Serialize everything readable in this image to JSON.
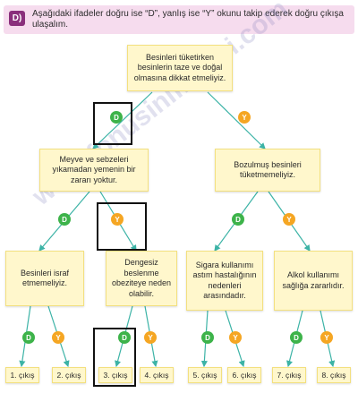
{
  "instruction": {
    "badge": "D)",
    "text": "Aşağıdaki ifadeler doğru ise “D”, yanlış ise “Y” okunu takip ederek doğru çıkışa ulaşalım."
  },
  "nodes": {
    "top": "Besinleri tüketirken besinlerin taze ve doğal olmasına dikkat etmeliyiz.",
    "left": "Meyve ve sebzeleri yıkamadan yemenin bir zararı yoktur.",
    "right": "Bozulmuş besinleri tüketmemeliyiz.",
    "ll": "Besinleri israf etmemeliyiz.",
    "lr": "Dengesiz beslenme obeziteye neden olabilir.",
    "rl": "Sigara kullanımı astım hastalığının nedenleri arasındadır.",
    "rr": "Alkol kullanımı sağlığa zararlıdır."
  },
  "labels": {
    "d": "D",
    "y": "Y"
  },
  "exits": [
    "1. çıkış",
    "2. çıkış",
    "3. çıkış",
    "4. çıkış",
    "5. çıkış",
    "6. çıkış",
    "7. çıkış",
    "8. çıkış"
  ],
  "watermark": "www.fonusinifkitabi.com",
  "colors": {
    "line": "#3cb3a6",
    "true": "#3db34a",
    "false": "#f5a623",
    "box": "#fff7cc",
    "banner": "#f6dcee"
  }
}
